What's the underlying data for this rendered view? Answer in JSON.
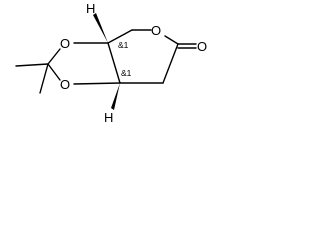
{
  "molecule": {
    "atoms": {
      "ring_oxygen": "O",
      "carbonyl_oxygen": "O",
      "dioxolane_oxygen_top": "O",
      "dioxolane_oxygen_bottom": "O",
      "hydrogen_top": "H",
      "hydrogen_bottom": "H"
    },
    "stereo_labels": {
      "top": "&1",
      "bottom": "&1"
    }
  }
}
